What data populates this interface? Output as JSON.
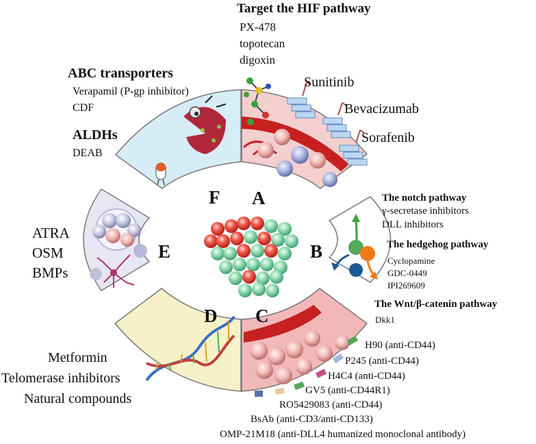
{
  "segments": {
    "A": {
      "letter": "A",
      "heading": "Target the HIF pathway",
      "heading_drugs": [
        "PX-478",
        "topotecan",
        "digoxin"
      ],
      "side_drugs": [
        "Sunitinib",
        "Bevacizumab",
        "Sorafenib"
      ]
    },
    "B": {
      "letter": "B",
      "notch_heading": "The notch pathway",
      "notch_items": [
        "γ-secretase inhibitors",
        "DLL inhibitors"
      ],
      "hedgehog_heading": "The hedgehog pathway",
      "hedgehog_items": [
        "Cyclopamine",
        "GDC-0449",
        "IPI269609"
      ]
    },
    "C": {
      "letter": "C",
      "wnt_heading": "The Wnt/β-catenin pathway",
      "wnt_items": [
        "Dkk1"
      ],
      "antibodies": [
        "H90 (anti-CD44)",
        "P245 (anti-CD44)",
        "H4C4 (anti-CD44)",
        "GV5 (anti-CD44R1)",
        "RO5429083 (anti-CD44)",
        "BsAb (anti-CD3/anti-CD133)",
        "OMP-21M18 (anti-DLL4 humanized monoclonal antibody)"
      ]
    },
    "D": {
      "letter": "D",
      "items": [
        "Metformin",
        "Telomerase inhibitors",
        "Natural compounds"
      ]
    },
    "E": {
      "letter": "E",
      "items": [
        "ATRA",
        "OSM",
        "BMPs"
      ]
    },
    "F": {
      "letter": "F",
      "abc_heading": "ABC transporters",
      "abc_items": [
        "Verapamil (P-gp inhibitor)",
        "CDF"
      ],
      "aldh_heading": "ALDHs",
      "aldh_items": [
        "DEAB"
      ]
    }
  },
  "colors": {
    "panel_A": "#f3cfcf",
    "panel_B": "#ffffff",
    "panel_C": "#f2b8b8",
    "panel_D": "#f6f1c8",
    "panel_E": "#e7e6f3",
    "panel_F": "#d6ecf6",
    "vessel": "#c62020",
    "cancer_cell": "#e8453c",
    "stem_cell": "#6cc79b"
  }
}
